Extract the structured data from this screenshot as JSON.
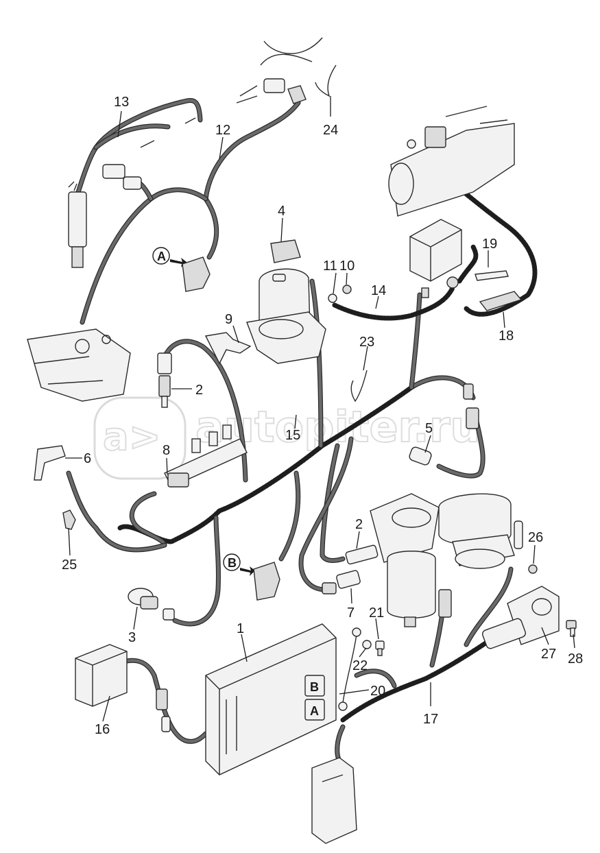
{
  "diagram": {
    "watermark": "autopiter.ru",
    "connectors": {
      "a": "A",
      "b": "B"
    },
    "ecu_ports": {
      "b": "B",
      "a": "A"
    },
    "labels": {
      "l1": "1",
      "l2a": "2",
      "l2b": "2",
      "l3": "3",
      "l4": "4",
      "l5": "5",
      "l6": "6",
      "l7": "7",
      "l8": "8",
      "l9": "9",
      "l10": "10",
      "l11": "11",
      "l12": "12",
      "l13": "13",
      "l14": "14",
      "l15": "15",
      "l16": "16",
      "l17": "17",
      "l18": "18",
      "l19": "19",
      "l20": "20",
      "l21": "21",
      "l22": "22",
      "l23": "23",
      "l24": "24",
      "l25": "25",
      "l26": "26",
      "l27": "27",
      "l28": "28"
    }
  }
}
